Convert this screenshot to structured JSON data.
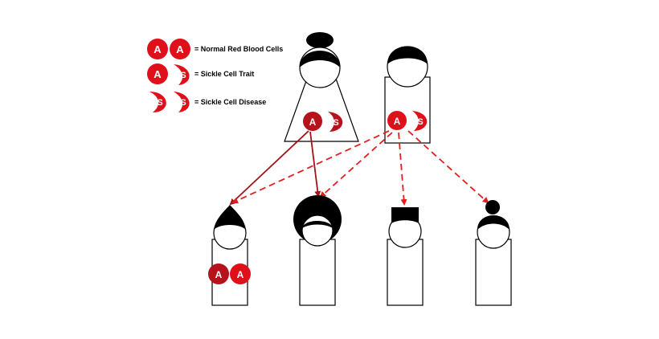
{
  "legend": {
    "items": [
      {
        "label": "= Normal Red Blood Cells",
        "cells": [
          "A",
          "A"
        ]
      },
      {
        "label": "= Sickle Cell Trait",
        "cells": [
          "A",
          "S"
        ]
      },
      {
        "label": "= Sickle Cell Disease",
        "cells": [
          "S",
          "S"
        ]
      }
    ]
  },
  "parents": {
    "mother": {
      "alleles": [
        "A",
        "S"
      ]
    },
    "father": {
      "alleles": [
        "A",
        "S"
      ]
    }
  },
  "children": [
    {
      "alleles": [
        "A",
        "A"
      ]
    },
    {
      "alleles": []
    },
    {
      "alleles": []
    },
    {
      "alleles": []
    }
  ],
  "colors": {
    "cell_red": "#e0101a",
    "cell_dark_red": "#b5121b",
    "maternal_arrow": "#a51218",
    "paternal_arrow": "#e02020",
    "outline": "#000000",
    "hair": "#000000"
  }
}
